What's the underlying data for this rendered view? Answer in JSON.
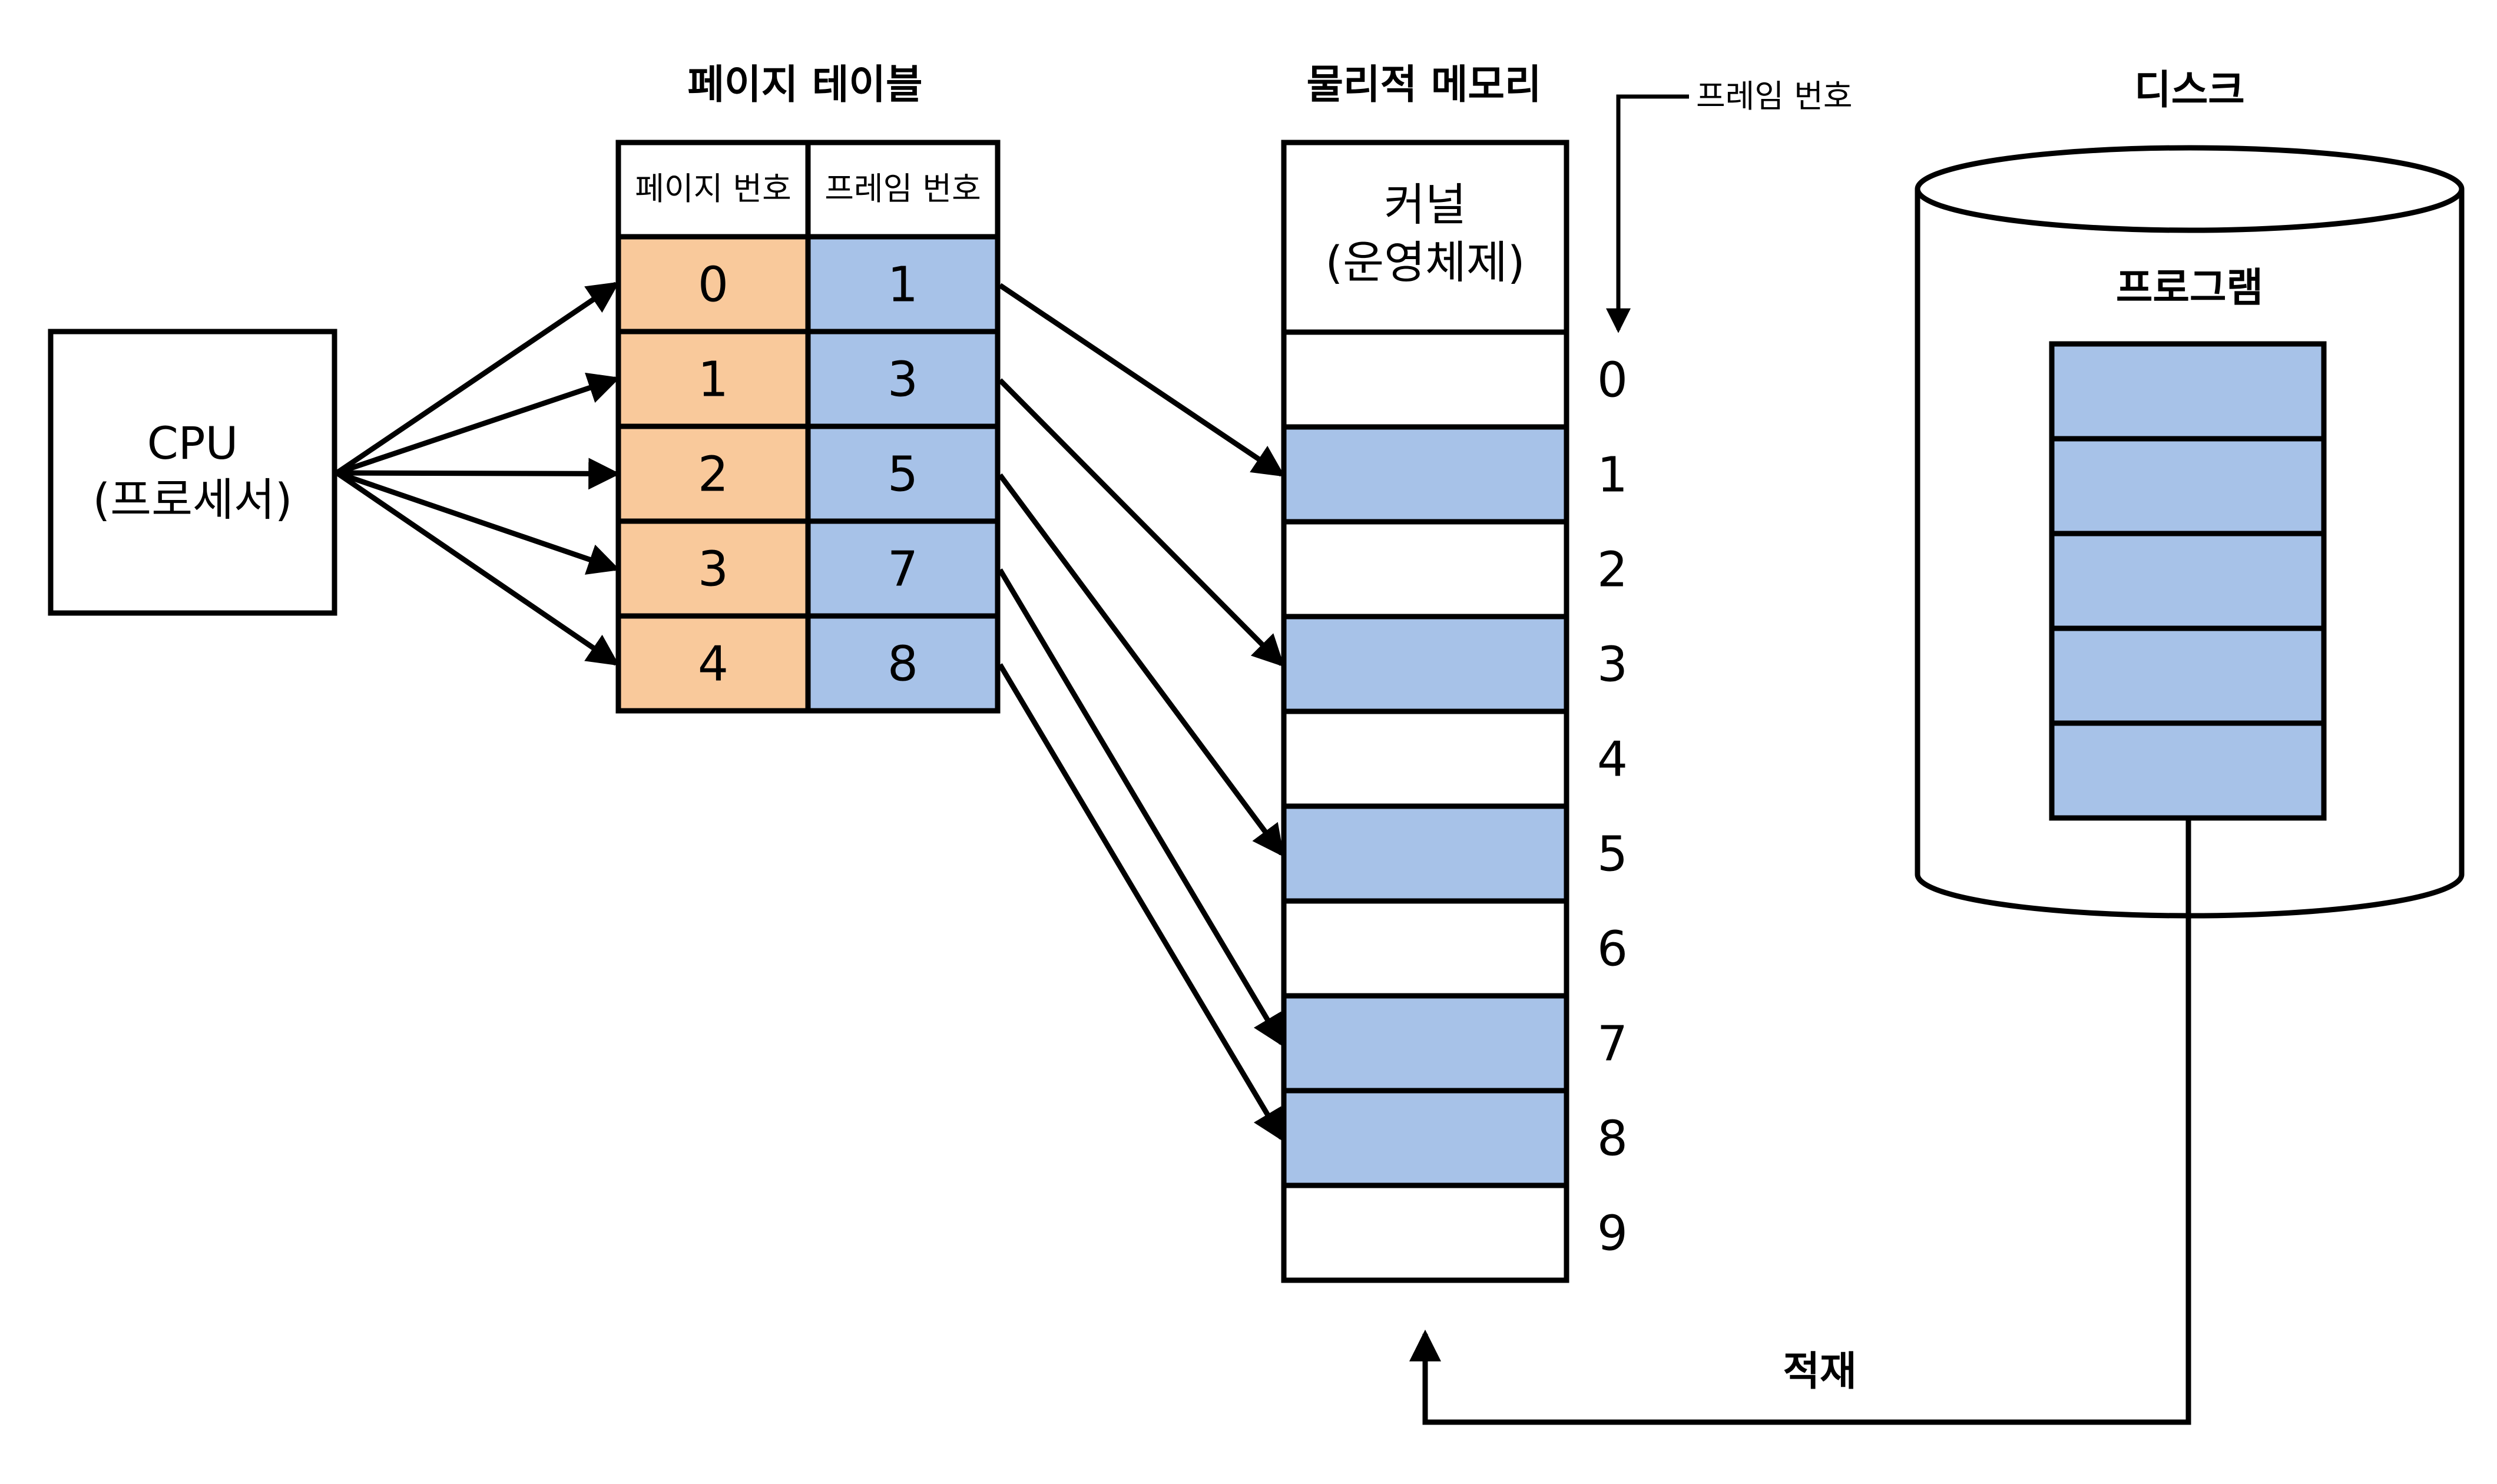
{
  "colors": {
    "page_color": "#F9C99B",
    "frame_color": "#A7C2E8",
    "stroke": "#000000",
    "background": "#FFFFFF"
  },
  "cpu": {
    "line1": "CPU",
    "line2": "(프로세서)"
  },
  "page_table": {
    "title": "페이지 테이블",
    "header_page": "페이지 번호",
    "header_frame": "프레임 번호",
    "rows": [
      {
        "page": "0",
        "frame": "1"
      },
      {
        "page": "1",
        "frame": "3"
      },
      {
        "page": "2",
        "frame": "5"
      },
      {
        "page": "3",
        "frame": "7"
      },
      {
        "page": "4",
        "frame": "8"
      }
    ]
  },
  "memory": {
    "title": "물리적 메모리",
    "kernel_line1": "커널",
    "kernel_line2": "(운영체제)",
    "frame_number_label": "프레임 번호",
    "frames": [
      {
        "number": "0",
        "used": false
      },
      {
        "number": "1",
        "used": true
      },
      {
        "number": "2",
        "used": false
      },
      {
        "number": "3",
        "used": true
      },
      {
        "number": "4",
        "used": false
      },
      {
        "number": "5",
        "used": true
      },
      {
        "number": "6",
        "used": false
      },
      {
        "number": "7",
        "used": true
      },
      {
        "number": "8",
        "used": true
      },
      {
        "number": "9",
        "used": false
      }
    ]
  },
  "disk": {
    "title": "디스크",
    "program_label": "프로그램",
    "program_block_count": 5
  },
  "load_label": "적재"
}
